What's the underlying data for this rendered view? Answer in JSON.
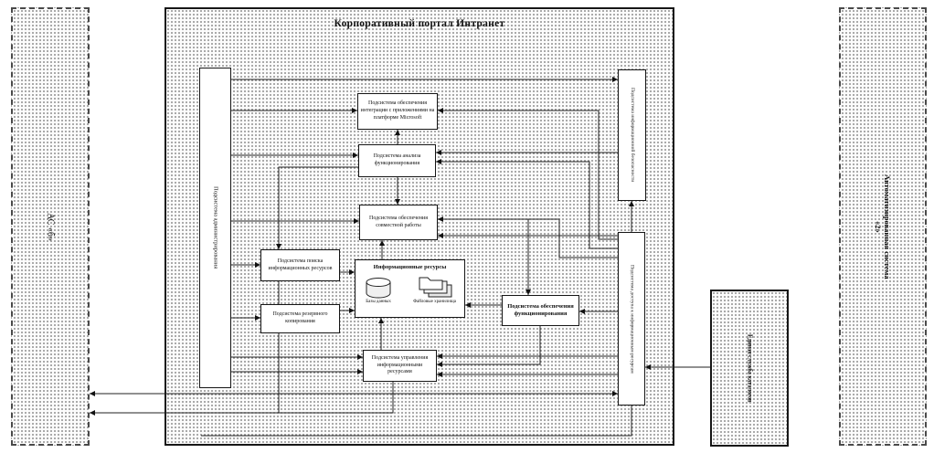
{
  "diagram": {
    "title": "Корпоративный портал Интранет",
    "left_system": {
      "label": "АС «б»"
    },
    "right_system": {
      "line1": "Автоматизированная система",
      "line2": "«2»"
    },
    "catalog_service": {
      "label": "Единая служба каталогов"
    },
    "subsystems": {
      "admin": "Подсистема администрирования",
      "integration": "Подсистема обеспечения интеграции с приложениями на платформе Microsoft",
      "analysis": "Подсистема анализа функционирования",
      "collaboration": "Подсистема обеспечения совместной работы",
      "search": "Подсистема поиска информационных ресурсов",
      "backup": "Подсистема резервного копирования",
      "management": "Подсистема управления информационными ресурсами",
      "functioning": "Подсистема обеспечения функционирования",
      "security": "Подсистема информационной безопасности",
      "access": "Подсистема доступа к информационным ресурсам"
    },
    "info_resources": {
      "title": "Информационные ресурсы",
      "databases": "Базы данных",
      "file_storage": "Файловые хранилища"
    }
  }
}
